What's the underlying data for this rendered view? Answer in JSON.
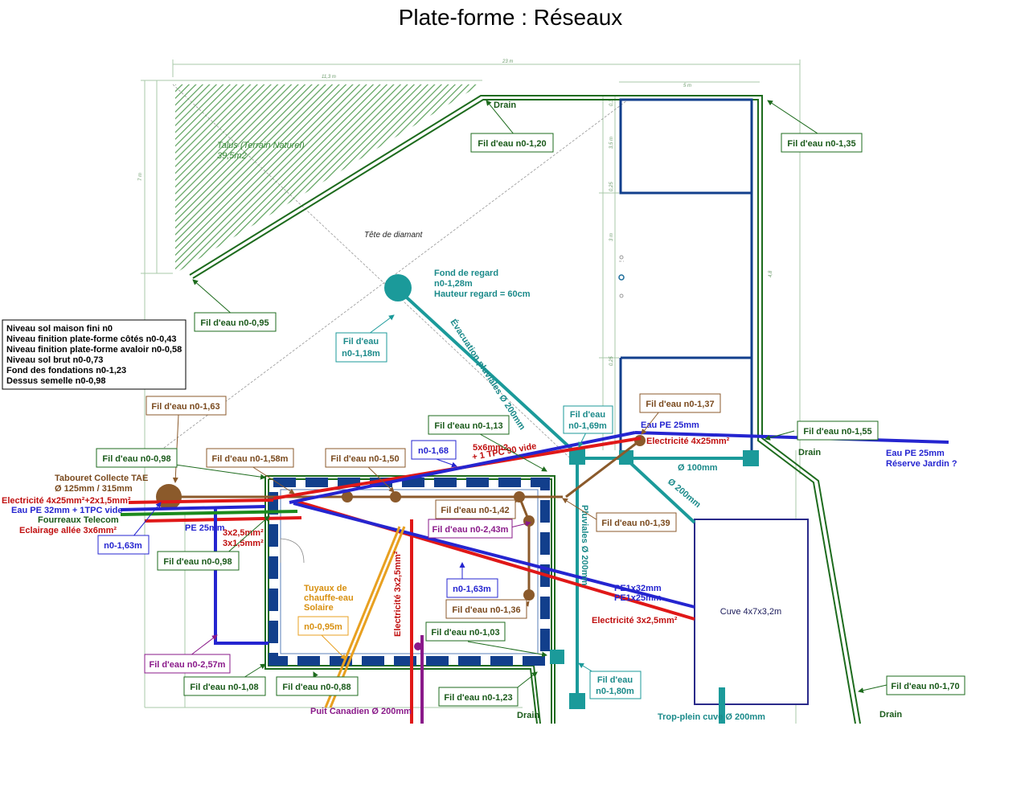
{
  "title": "Plate-forme : Réseaux",
  "legend_lines": [
    "Niveau sol maison fini n0",
    "Niveau finition plate-forme côtés n0-0,43",
    "Niveau finition plate-forme avaloir n0-0,58",
    "Niveau sol brut n0-0,73",
    "Fond des fondations n0-1,23",
    "Dessus semelle n0-0,98"
  ],
  "areas": {
    "talus": [
      "Talus (Terrain Naturel)",
      "39,5m2"
    ],
    "tete_diamant": "Tête de diamant",
    "cuve": "Cuve 4x7x3,2m"
  },
  "dimensions": {
    "total_width": "23 m",
    "left_width": "11,3 m",
    "right_width": "5 m",
    "left_height": "7 m",
    "v1": "3,5 m",
    "v2": "0,25",
    "v3": "3 m",
    "v4": "0,25",
    "v5": "0,3",
    "v6": "4,8"
  },
  "fond_regard": [
    "Fond de regard",
    "n0-1,28m",
    "Hauteur regard = 60cm"
  ],
  "boxed_labels": {
    "fe_120": "Fil d'eau n0-1,20",
    "fe_135": "Fil d'eau n0-1,35",
    "fe_095": "Fil d'eau n0-0,95",
    "fe_118": [
      "Fil d'eau",
      "n0-1,18m"
    ],
    "fe_163": "Fil d'eau n0-1,63",
    "fe_113": "Fil d'eau n0-1,13",
    "fe_169": [
      "Fil d'eau",
      "n0-1,69m"
    ],
    "fe_137": "Fil d'eau n0-1,37",
    "fe_155": "Fil d'eau n0-1,55",
    "fe_098a": "Fil d'eau n0-0,98",
    "fe_158": "Fil d'eau n0-1,58m",
    "fe_150": "Fil d'eau n0-1,50",
    "n0_168": "n0-1,68",
    "fe_142": "Fil d'eau n0-1,42",
    "fe_243": "Fil d'eau n0-2,43m",
    "fe_139": "Fil d'eau n0-1,39",
    "n0_163a": "n0-1,63m",
    "fe_098b": "Fil d'eau n0-0,98",
    "n0_163b": "n0-1,63m",
    "fe_136": "Fil d'eau n0-1,36",
    "n0_095": "n0-0,95m",
    "fe_103": "Fil d'eau n0-1,03",
    "fe_257": "Fil d'eau n0-2,57m",
    "fe_108": "Fil d'eau n0-1,08",
    "fe_088": "Fil d'eau n0-0,88",
    "fe_123": "Fil d'eau n0-1,23",
    "fe_180": [
      "Fil d'eau",
      "n0-1,80m"
    ],
    "fe_170": "Fil d'eau n0-1,70"
  },
  "network_labels": {
    "drain_top": "Drain",
    "drain_right": "Drain",
    "drain_bottom_mid": "Drain",
    "drain_bottom_right": "Drain",
    "evac_pluviales": "Évacuation pluviales Ø 200mm",
    "eau_pe_25": "Eau PE 25mm",
    "elec_4x25": "Electricité 4x25mm²",
    "eau_pe_jardin": [
      "Eau PE 25mm",
      "Réserve Jardin ?"
    ],
    "d100": "Ø 100mm",
    "d200": "Ø 200mm",
    "fivex6": [
      "5x6mm2",
      "+ 1 TPC 90 vide"
    ],
    "tabouret": [
      "Tabouret Collecte TAE",
      "Ø 125mm / 315mm"
    ],
    "elec_left": "Electricité 4x25mm²+2x1,5mm²",
    "eau_pe_32": "Eau PE 32mm + 1TPC vide",
    "fourreaux": "Fourreaux Telecom",
    "eclairage": "Eclairage allée 3x6mm²",
    "pe_25_left": "PE 25mm",
    "cables_3x": [
      "3x2,5mm²",
      "3x1,5mm²"
    ],
    "tuyaux": [
      "Tuyaux de",
      "chauffe-eau",
      "Solaire"
    ],
    "elec_vert": "Electricité 3x2,5mm²",
    "pluviales_vert": "Pluviales Ø 200mm",
    "pe_mm": [
      "PE1x32mm",
      "PE1x25mm"
    ],
    "elec_3x25": "Electricité 3x2,5mm²",
    "puit": "Puit Canadien Ø 200mm",
    "trop_plein": "Trop-plein cuve Ø 200mm"
  },
  "colors": {
    "drain_green": "#1d6b1d",
    "label_green": "#1a5a1a",
    "teal": "#1b9a9a",
    "brown": "#8b5a2b",
    "brown_label": "#7a4a1e",
    "red": "#e01818",
    "blue": "#2525d0",
    "navy": "#123f8c",
    "purple": "#8a1a8a",
    "orange": "#e8a020",
    "hatch_green": "#5aa05a"
  }
}
